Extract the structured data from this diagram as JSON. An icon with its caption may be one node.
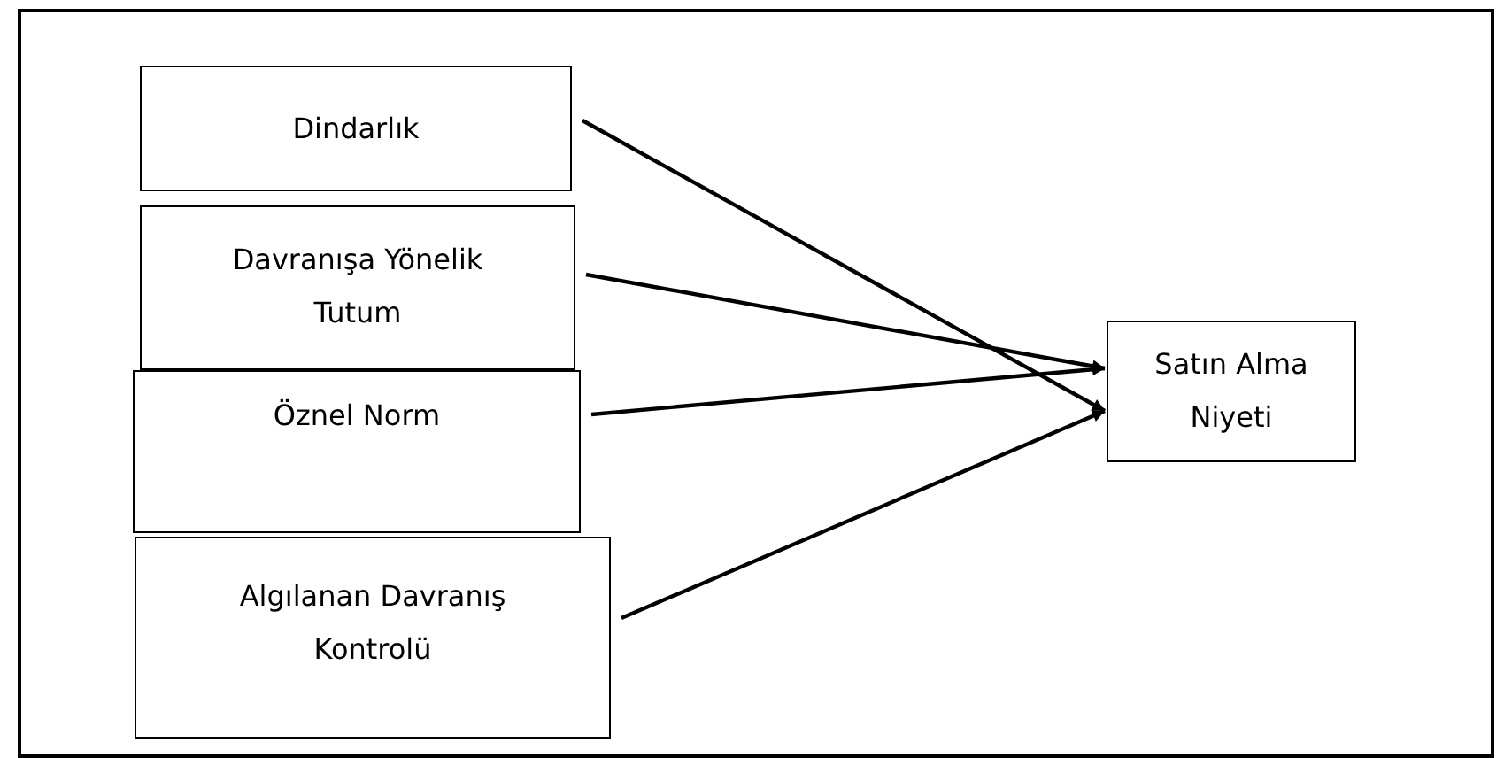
{
  "diagram": {
    "nodes": [
      {
        "text": [
          "Dindarlık"
        ]
      },
      {
        "text": [
          "Davranışa Yönelik Tutum"
        ]
      },
      {
        "text": [
          "Öznel Norm"
        ]
      },
      {
        "text": [
          "Algılanan Davranış Kontrolü"
        ]
      },
      {
        "text": [
          "Satın Alma Niyeti"
        ]
      }
    ],
    "edges": [
      {
        "from": 0,
        "to": 4,
        "arrow": "to"
      },
      {
        "from": 1,
        "to": 4,
        "arrow": "to"
      },
      {
        "from": 2,
        "to": 4,
        "arrow": "to"
      },
      {
        "from": 3,
        "to": 4,
        "arrow": "to"
      }
    ]
  }
}
